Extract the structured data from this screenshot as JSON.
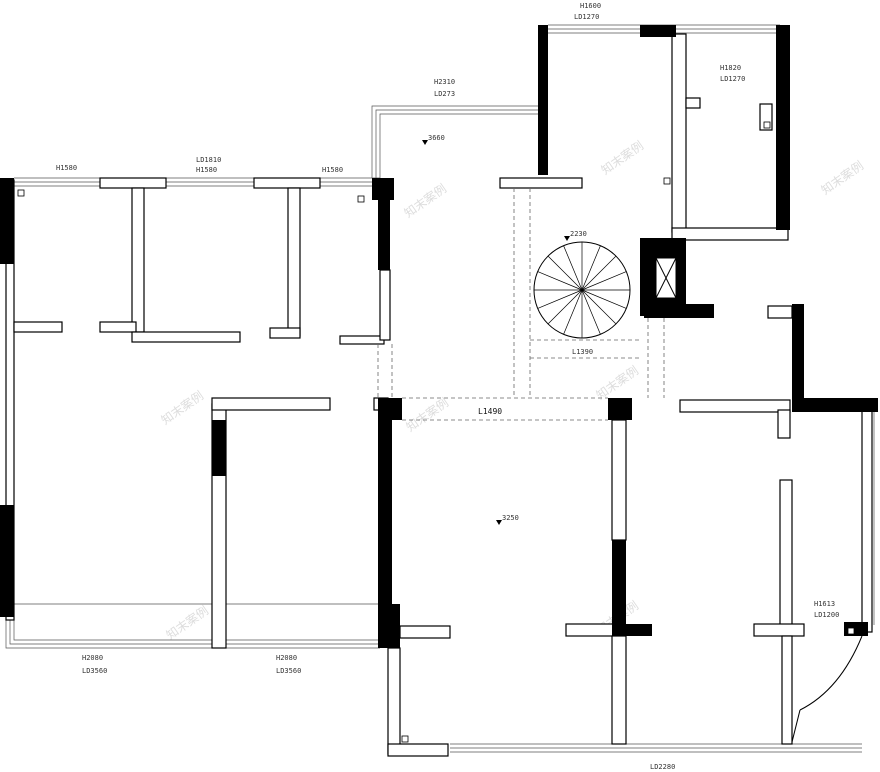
{
  "labels": {
    "window_top_h": "H1600",
    "window_top_ld": "LD1270",
    "window_top_right_h": "H1820",
    "window_top_right_ld": "LD1270",
    "window_upper_h": "H2310",
    "window_upper_ld": "LD273",
    "level_upper": "3660",
    "window_left_h": "H1580",
    "window_mid_ld": "LD1810",
    "window_mid_h": "H1580",
    "window_right_h": "H1580",
    "stair_level": "2230",
    "stair_length": "L1390",
    "beam_length": "L1490",
    "level_main": "3250",
    "window_bottom_left_h": "H2080",
    "window_bottom_left_ld": "LD3560",
    "window_bottom_mid_h": "H2080",
    "window_bottom_mid_ld": "LD3560",
    "window_bottom_right_h": "H1613",
    "window_bottom_right_ld": "LD1200",
    "window_bottom_ld": "LD2280"
  },
  "watermark": "知末案例",
  "colors": {
    "wall_fill": "#000000",
    "partition": "#ffffff",
    "line": "#000000",
    "dashed": "#666666",
    "watermark": "#dddddd"
  }
}
